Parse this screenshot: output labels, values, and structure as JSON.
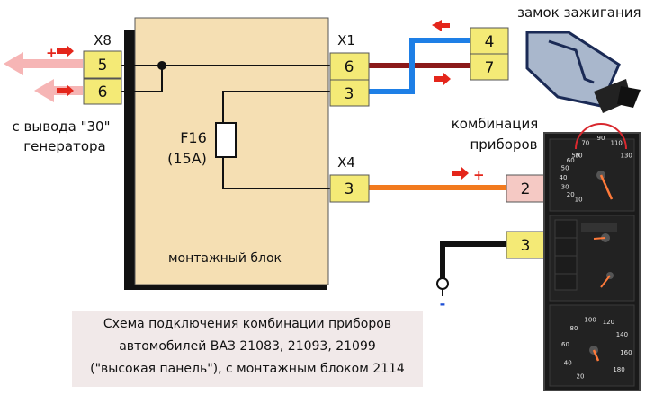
{
  "colors": {
    "block_fill": "#f5dfb3",
    "block_shadow": "#111111",
    "pin_fill": "#f4ea76",
    "pin_alt_fill": "#f5c9c4",
    "wire_brown": "#8b1a1a",
    "wire_blue": "#1e7fe6",
    "wire_orange": "#f27a1e",
    "wire_black": "#111111",
    "arrow_pink": "#f6b5b5",
    "arrow_red": "#e4261b"
  },
  "labels": {
    "x8": "X8",
    "x1": "X1",
    "x4": "X4",
    "ignition": "замок зажигания",
    "cluster_line1": "комбинация",
    "cluster_line2": "приборов",
    "gen_line1": "с вывода \"30\"",
    "gen_line2": "генератора",
    "fuse_name": "F16",
    "fuse_rating": "(15А)",
    "block": "монтажный блок"
  },
  "pins": {
    "x8_top": "5",
    "x8_bottom": "6",
    "x1_top": "6",
    "x1_bottom": "3",
    "x4": "3",
    "ign_top": "4",
    "ign_bottom": "7",
    "cluster_top": "2",
    "cluster_bottom": "3"
  },
  "signs": {
    "plus": "+",
    "minus": "-"
  },
  "caption": {
    "line1": "Схема подключения комбинации приборов",
    "line2": "автомобилей ВАЗ 21083, 21093, 21099",
    "line3": "(\"высокая панель\"), с монтажным блоком 2114"
  },
  "gauges": {
    "temp": [
      "50",
      "70",
      "90",
      "110",
      "130"
    ],
    "tacho": [
      "10",
      "20",
      "30",
      "40",
      "50",
      "60",
      "70"
    ],
    "speedo": [
      "20",
      "40",
      "60",
      "80",
      "100",
      "120",
      "140",
      "160",
      "180"
    ]
  }
}
